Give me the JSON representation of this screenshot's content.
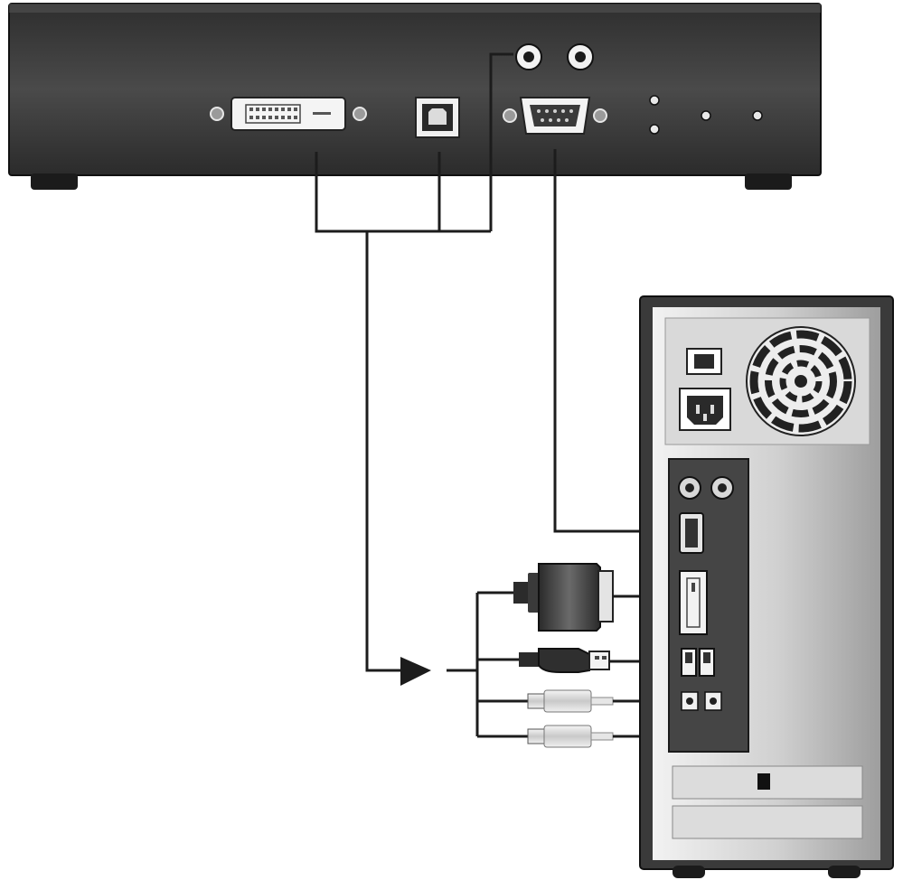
{
  "diagram": {
    "kind": "connection-illustration",
    "labels": [],
    "colors": {
      "device_body": "#3a3a3a",
      "device_shadow": "#1f1f1f",
      "tower_light": "#e2e2e2",
      "tower_mid": "#b9b9b9",
      "tower_dark": "#3d3d3d",
      "cable": "#1c1c1c",
      "connector_light": "#e8e8e8",
      "port_silver": "#cfcfcf"
    },
    "device": {
      "name": "extender-unit",
      "ports": [
        "dvi-port",
        "usb-b-port",
        "audio-jack-left",
        "audio-jack-right",
        "serial-port",
        "indicator-led-1",
        "indicator-led-2",
        "indicator-led-3",
        "indicator-led-4"
      ]
    },
    "computer": {
      "name": "computer-tower",
      "ports": [
        "power-switch",
        "power-inlet",
        "fan-grille",
        "ps2-port-1",
        "ps2-port-2",
        "serial-port",
        "dvi-port",
        "usb-port-1",
        "usb-port-2",
        "audio-port-1",
        "audio-port-2",
        "lock-slot"
      ]
    },
    "cable_set": {
      "connectors": [
        "dvi-connector",
        "usb-a-connector",
        "audio-plug-1",
        "audio-plug-2"
      ]
    }
  }
}
